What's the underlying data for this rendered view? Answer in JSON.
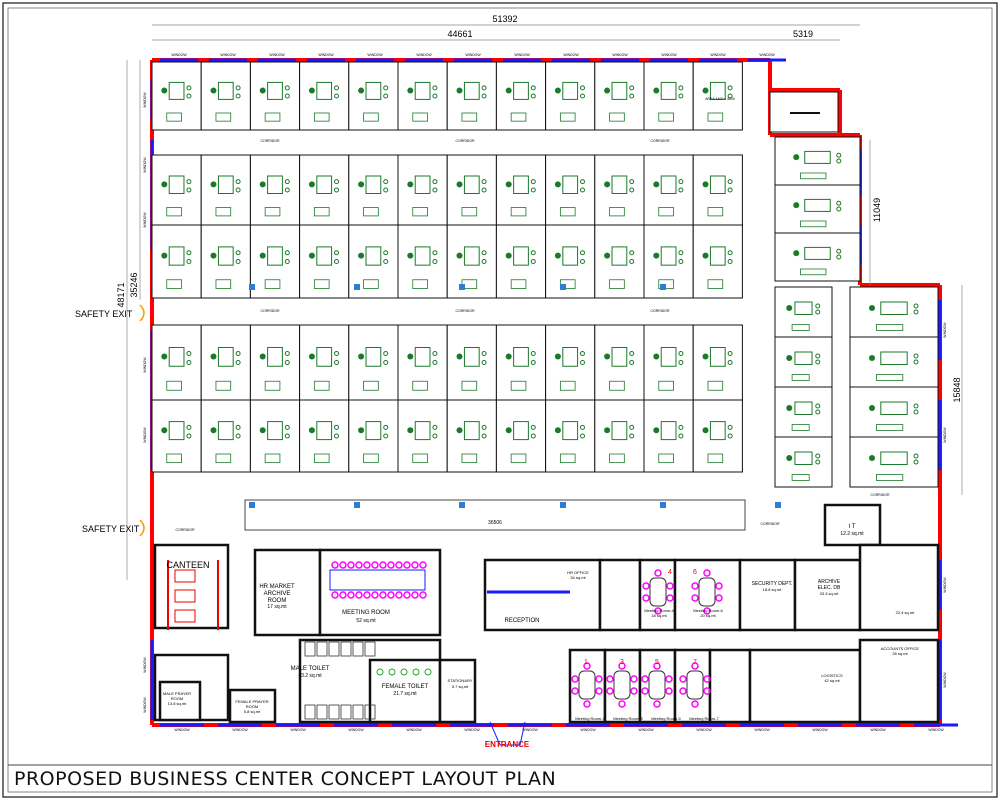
{
  "title": "PROPOSED BUSINESS CENTER CONCEPT LAYOUT PLAN",
  "colors": {
    "wall": "#111111",
    "exterior_wall": "#ff0000",
    "window": "#1a1aff",
    "furniture_office": "#1a7a2a",
    "furniture_meeting": "#ff00ff",
    "column": "#2a7fd4"
  },
  "dimensions": {
    "overall_width": "51392",
    "main_width": "44661",
    "wing_width": "5319",
    "height_left_upper": "35246",
    "height_left": "48171",
    "wing_height_upper": "11049",
    "wing_height_lower": "15848",
    "corridor_length": "36506"
  },
  "labels": {
    "safety_exit_1": "SAFETY EXIT",
    "safety_exit_2": "SAFETY EXIT",
    "corridor": "CORRIDOR",
    "window": "WINDOW",
    "entrance": "ENTRANCE",
    "small_room": "AREA 4400 x 4600"
  },
  "rooms": {
    "canteen": "CANTEEN",
    "hr_archive": [
      "HR MARKET",
      "ARCHIVE",
      "ROOM",
      "17 sq.mt"
    ],
    "meeting_room": [
      "MEETING ROOM",
      "52 sq.mt"
    ],
    "male_toilet": [
      "MALE TOILET",
      "43.2 sq.mt"
    ],
    "female_toilet": [
      "FEMALE TOILET",
      "21.7 sq.mt"
    ],
    "stationary": [
      "STATIONARY",
      "5.7 sq.mt"
    ],
    "male_prayer": [
      "MALE PRAYER",
      "ROOM",
      "13.8 sq.mt"
    ],
    "female_prayer": [
      "FEMALE PRAYER",
      "ROOM",
      "5.8 sq.mt"
    ],
    "reception": "RECEPTION",
    "hr_office": [
      "HR OFFICE",
      "34 sq.mt"
    ],
    "meeting_4": [
      "Meeting Room-4",
      "18 sq.mt"
    ],
    "meeting_6": [
      "Meeting Room-6",
      "20 sq.mt"
    ],
    "security": [
      "SECURITY DEPT.",
      "18.8 sq.mt"
    ],
    "archive_elec": [
      "ARCHIVE",
      "ELEC. DB",
      "33.3 sq.mt"
    ],
    "it": [
      "I T",
      "12.2 sq.mt"
    ],
    "office_224": "22.4 sq.mt",
    "meeting_1": "Meeting Room-1",
    "meeting_3": "Meeting Room-3",
    "meeting_5": "Meeting Room-5",
    "meeting_7": "Meeting Room-7",
    "meeting_numbers": [
      "1",
      "3",
      "5",
      "7",
      "4",
      "6"
    ],
    "logistics": [
      "LOGISTICS",
      "42 sq.mt"
    ],
    "accounts": [
      "ACCOUNTS OFFICE",
      "28 sq.mt"
    ]
  }
}
